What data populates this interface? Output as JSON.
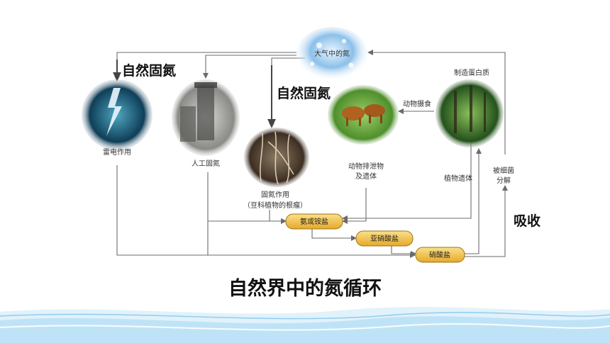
{
  "nodes": {
    "atmosphere": "大气中的氮",
    "lightning": "雷电作用",
    "industrial": "人工固氮",
    "fixation_line1": "固氮作用",
    "fixation_line2": "（豆科植物的根瘤）",
    "animal_waste_line1": "动物排泄物",
    "animal_waste_line2": "及遗体",
    "plant_remains": "植物遗体",
    "animal_intake": "动物摄食",
    "protein": "制造蛋白质",
    "bacteria_line1": "被细菌",
    "bacteria_line2": "分解"
  },
  "salts": {
    "ammonia": "氨或铵盐",
    "nitrite": "亚硝酸盐",
    "nitrate": "硝酸盐"
  },
  "annotations": {
    "fixation_1": "自然固氮",
    "fixation_2": "自然固氮",
    "absorb": "吸收"
  },
  "title": "自然界中的氮循环",
  "colors": {
    "salt_fill": "#f0bf3c",
    "salt_stroke": "#9a7411",
    "arrow": "#6b6b6b",
    "wave": "#7ec3ea"
  }
}
